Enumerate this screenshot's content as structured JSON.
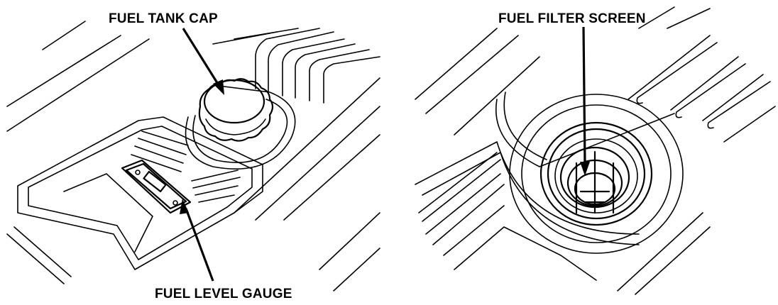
{
  "labels": {
    "fuel_tank_cap": "FUEL TANK CAP",
    "fuel_level_gauge": "FUEL LEVEL GAUGE",
    "fuel_filter_screen": "FUEL FILTER SCREEN"
  },
  "colors": {
    "ink": "#000000",
    "background": "#ffffff"
  }
}
